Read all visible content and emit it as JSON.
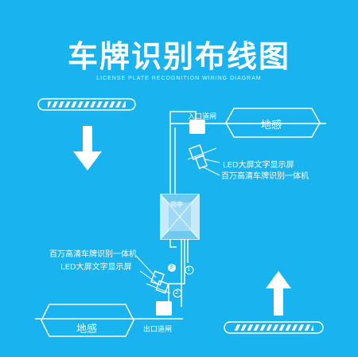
{
  "title": "车牌识别布线图",
  "subtitle": "LICENSE PLATE RECOGNITION WIRING DIAGRAM",
  "entrance": {
    "gate_label": "入口道闸",
    "loop_label": "地感",
    "led_label": "LED大屏文字显示屏",
    "camera_label": "百万高清车牌识别一体机"
  },
  "exit": {
    "gate_label": "出口道闸",
    "loop_label": "地感",
    "led_label": "LED大屏文字显示屏",
    "camera_label": "百万高清车牌识别一体机"
  },
  "booth": {
    "label": "岗亭"
  },
  "cables": [
    "1",
    "2",
    "3"
  ],
  "colors": {
    "background": "#19b4f0",
    "line": "#ffffff",
    "booth_fill": "#9fd9f5",
    "booth_roof": "#6ec9ef"
  }
}
